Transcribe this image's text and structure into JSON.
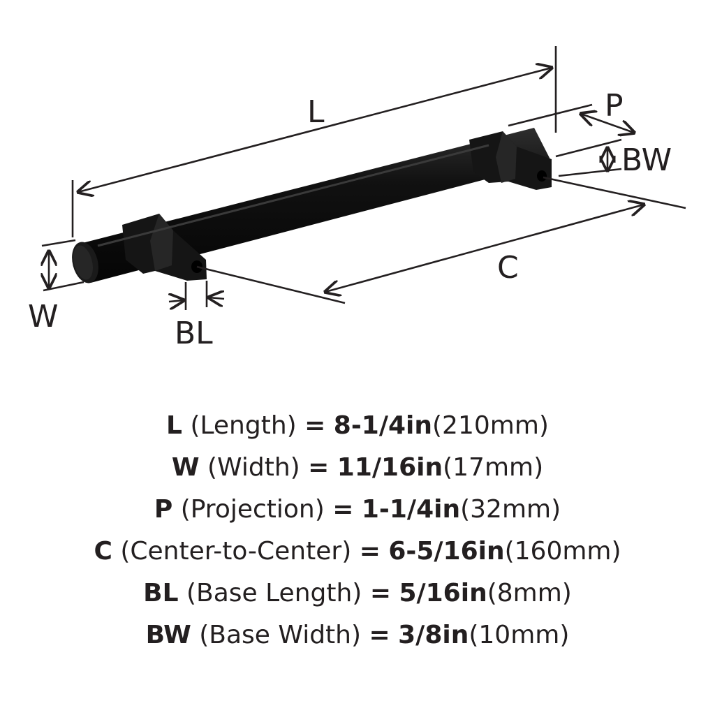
{
  "diagram": {
    "labels": {
      "L": "L",
      "P": "P",
      "BW": "BW",
      "C": "C",
      "W": "W",
      "BL": "BL"
    }
  },
  "specs": [
    {
      "code": "L",
      "name": "(Length)",
      "eq": "=",
      "imperial": "8-1/4in",
      "metric": "(210mm)"
    },
    {
      "code": "W",
      "name": "(Width)",
      "eq": "=",
      "imperial": "11/16in",
      "metric": "(17mm)"
    },
    {
      "code": "P",
      "name": "(Projection)",
      "eq": "=",
      "imperial": "1-1/4in",
      "metric": "(32mm)"
    },
    {
      "code": "C",
      "name": "(Center-to-Center)",
      "eq": "=",
      "imperial": "6-5/16in",
      "metric": "(160mm)"
    },
    {
      "code": "BL",
      "name": "(Base Length)",
      "eq": "=",
      "imperial": "5/16in",
      "metric": "(8mm)"
    },
    {
      "code": "BW",
      "name": "(Base Width)",
      "eq": "=",
      "imperial": "3/8in",
      "metric": "(10mm)"
    }
  ],
  "colors": {
    "ink": "#231f20",
    "handle": "#111111",
    "handle_highlight": "#3a3a3a"
  }
}
